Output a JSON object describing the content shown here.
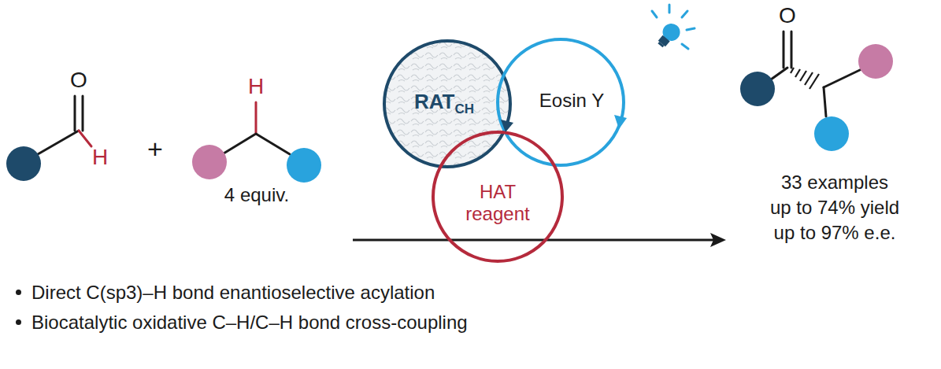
{
  "diagram": {
    "nodes": [
      {
        "text": [
          "RAT",
          "CH"
        ]
      },
      {
        "text": [
          "Eosin Y"
        ]
      },
      {
        "text": [
          "HAT reagent"
        ]
      }
    ],
    "labels": [
      "O",
      "H",
      "+",
      "H",
      "4 equiv.",
      "O",
      "33 examples",
      "up to 74% yield",
      "up to 97% e.e.",
      "Direct C(sp3)–H bond enantioselective acylation",
      "Biocatalytic oxidative C–H/C–H bond cross-coupling"
    ]
  }
}
